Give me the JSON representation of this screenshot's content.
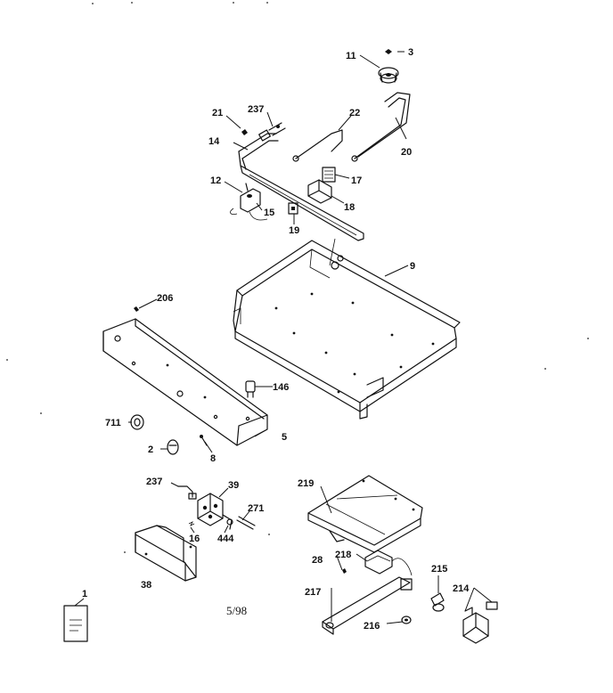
{
  "parts": [
    {
      "id": "p11",
      "label": "11"
    },
    {
      "id": "p3",
      "label": "3"
    },
    {
      "id": "p21",
      "label": "21"
    },
    {
      "id": "p237a",
      "label": "237"
    },
    {
      "id": "p22",
      "label": "22"
    },
    {
      "id": "p14",
      "label": "14"
    },
    {
      "id": "p20",
      "label": "20"
    },
    {
      "id": "p17",
      "label": "17"
    },
    {
      "id": "p12",
      "label": "12"
    },
    {
      "id": "p15",
      "label": "15"
    },
    {
      "id": "p18",
      "label": "18"
    },
    {
      "id": "p19",
      "label": "19"
    },
    {
      "id": "p9",
      "label": "9"
    },
    {
      "id": "p206",
      "label": "206"
    },
    {
      "id": "p146",
      "label": "146"
    },
    {
      "id": "p711",
      "label": "711"
    },
    {
      "id": "p5",
      "label": "5"
    },
    {
      "id": "p2",
      "label": "2"
    },
    {
      "id": "p8",
      "label": "8"
    },
    {
      "id": "p237b",
      "label": "237"
    },
    {
      "id": "p39",
      "label": "39"
    },
    {
      "id": "p271",
      "label": "271"
    },
    {
      "id": "p16",
      "label": "16"
    },
    {
      "id": "p444",
      "label": "444"
    },
    {
      "id": "p38",
      "label": "38"
    },
    {
      "id": "p219",
      "label": "219"
    },
    {
      "id": "p28",
      "label": "28"
    },
    {
      "id": "p218",
      "label": "218"
    },
    {
      "id": "p215",
      "label": "215"
    },
    {
      "id": "p217",
      "label": "217"
    },
    {
      "id": "p214",
      "label": "214"
    },
    {
      "id": "p216",
      "label": "216"
    },
    {
      "id": "p1",
      "label": "1"
    }
  ],
  "date_code": "5/98"
}
